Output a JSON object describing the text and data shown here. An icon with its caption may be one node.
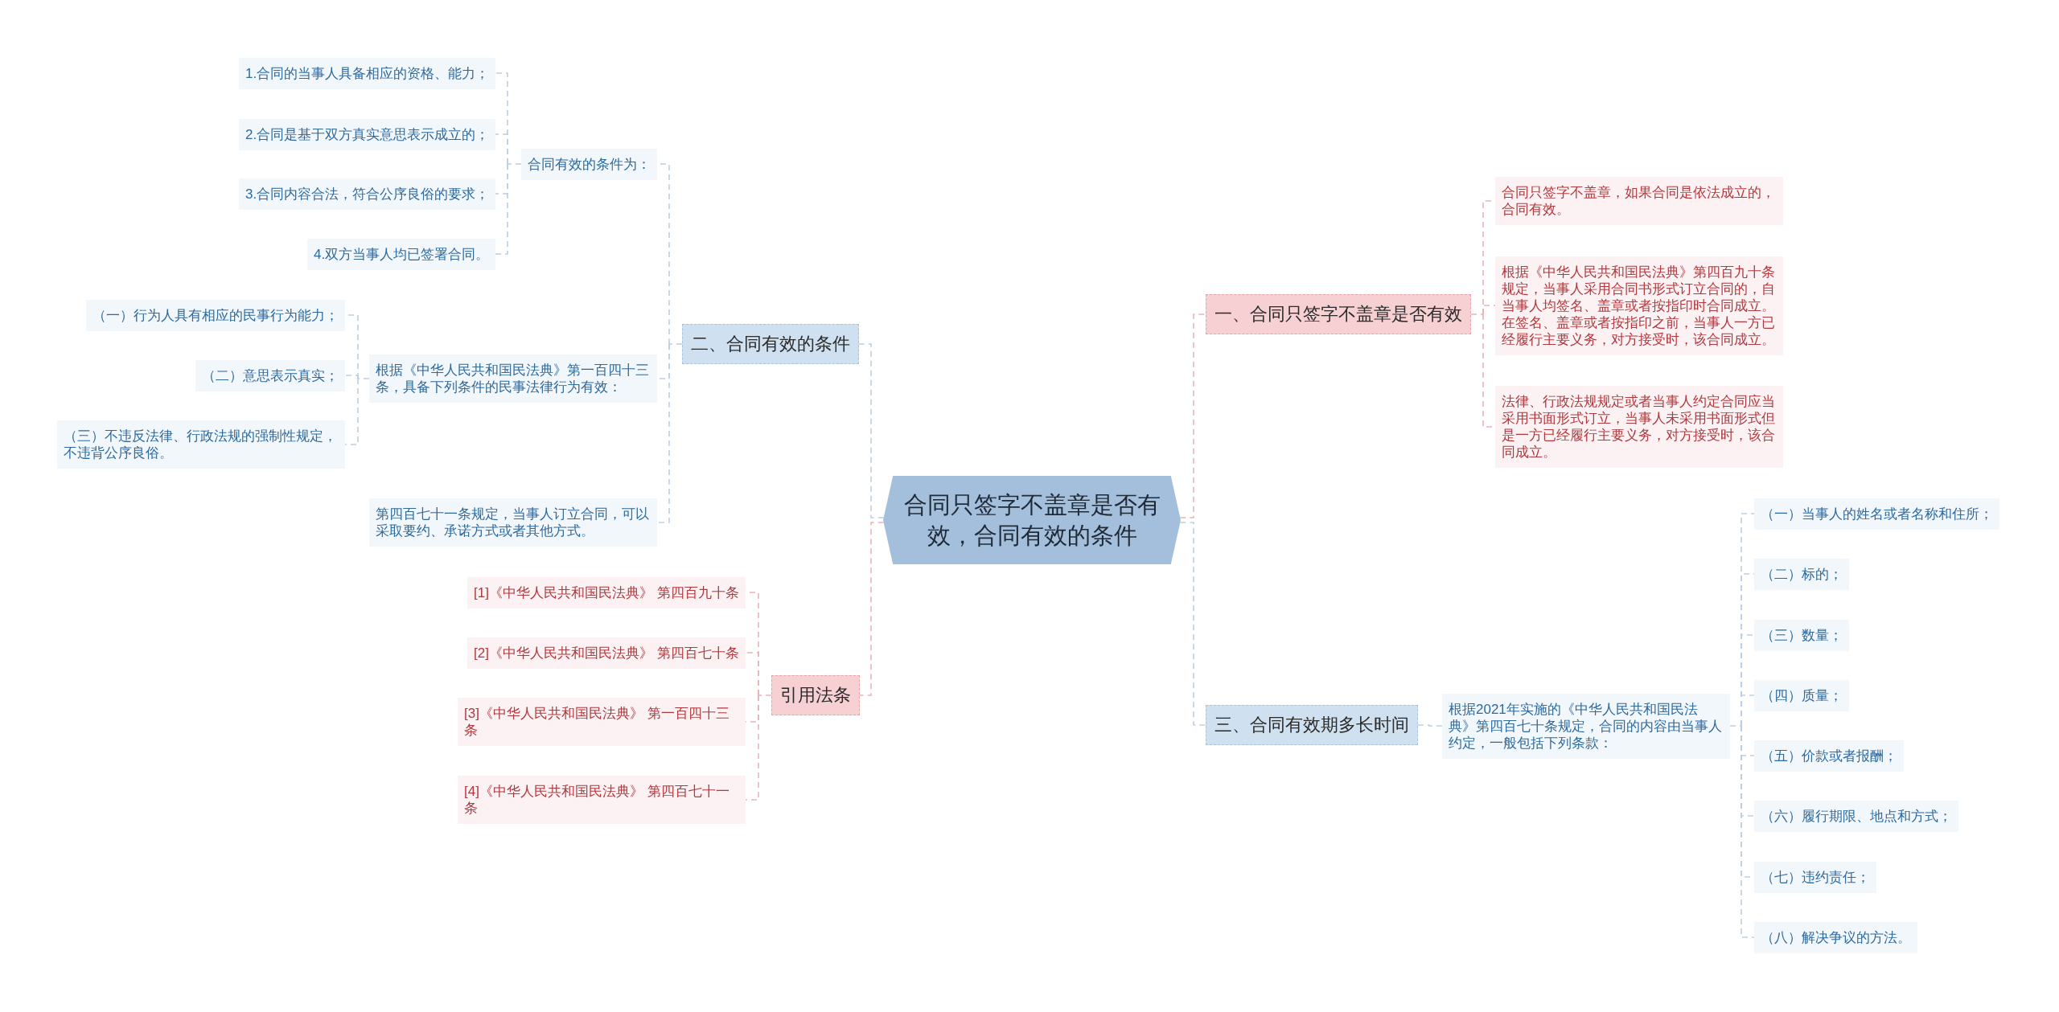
{
  "diagram": {
    "nodes": [
      {
        "text": [
          "合同只签字不盖章是否有效，合同有效的条件"
        ]
      },
      {
        "text": [
          "一、合同只签字不盖章是否有效"
        ]
      },
      {
        "text": [
          "合同只签字不盖章，如果合同是依法成立的，合同有效。"
        ]
      },
      {
        "text": [
          "根据《中华人民共和国民法典》第四百九十条规定，当事人采用合同书形式订立合同的，自当事人均签名、盖章或者按指印时合同成立。在签名、盖章或者按指印之前，当事人一方已经履行主要义务，对方接受时，该合同成立。"
        ]
      },
      {
        "text": [
          "法律、行政法规规定或者当事人约定合同应当采用书面形式订立，当事人未采用书面形式但是一方已经履行主要义务，对方接受时，该合同成立。"
        ]
      },
      {
        "text": [
          "二、合同有效的条件"
        ]
      },
      {
        "text": [
          "合同有效的条件为："
        ]
      },
      {
        "text": [
          "1.合同的当事人具备相应的资格、能力；"
        ]
      },
      {
        "text": [
          "2.合同是基于双方真实意思表示成立的；"
        ]
      },
      {
        "text": [
          "3.合同内容合法，符合公序良俗的要求；"
        ]
      },
      {
        "text": [
          "4.双方当事人均已签署合同。"
        ]
      },
      {
        "text": [
          "根据《中华人民共和国民法典》第一百四十三条，具备下列条件的民事法律行为有效："
        ]
      },
      {
        "text": [
          "（一）行为人具有相应的民事行为能力；"
        ]
      },
      {
        "text": [
          "（二）意思表示真实；"
        ]
      },
      {
        "text": [
          "（三）不违反法律、行政法规的强制性规定，不违背公序良俗。"
        ]
      },
      {
        "text": [
          "第四百七十一条规定，当事人订立合同，可以采取要约、承诺方式或者其他方式。"
        ]
      },
      {
        "text": [
          "三、合同有效期多长时间"
        ]
      },
      {
        "text": [
          "根据2021年实施的《中华人民共和国民法典》第四百七十条规定，合同的内容由当事人约定，一般包括下列条款："
        ]
      },
      {
        "text": [
          "（一）当事人的姓名或者名称和住所；"
        ]
      },
      {
        "text": [
          "（二）标的；"
        ]
      },
      {
        "text": [
          "（三）数量；"
        ]
      },
      {
        "text": [
          "（四）质量；"
        ]
      },
      {
        "text": [
          "（五）价款或者报酬；"
        ]
      },
      {
        "text": [
          "（六）履行期限、地点和方式；"
        ]
      },
      {
        "text": [
          "（七）违约责任；"
        ]
      },
      {
        "text": [
          "（八）解决争议的方法。"
        ]
      },
      {
        "text": [
          "引用法条"
        ]
      },
      {
        "text": [
          "[1]《中华人民共和国民法典》 第四百九十条"
        ]
      },
      {
        "text": [
          "[2]《中华人民共和国民法典》 第四百七十条"
        ]
      },
      {
        "text": [
          "[3]《中华人民共和国民法典》 第一百四十三条"
        ]
      },
      {
        "text": [
          "[4]《中华人民共和国民法典》 第四百七十一条"
        ]
      }
    ],
    "edges": [
      {
        "from": 0,
        "to": 1,
        "arrow": "none",
        "style": "dashed",
        "color": "#e8b4b8"
      },
      {
        "from": 1,
        "to": 2,
        "arrow": "none",
        "style": "dashed",
        "color": "#e8b4b8"
      },
      {
        "from": 1,
        "to": 3,
        "arrow": "none",
        "style": "dashed",
        "color": "#e8b4b8"
      },
      {
        "from": 1,
        "to": 4,
        "arrow": "none",
        "style": "dashed",
        "color": "#e8b4b8"
      },
      {
        "from": 0,
        "to": 5,
        "arrow": "none",
        "style": "dashed"
      },
      {
        "from": 5,
        "to": 6,
        "arrow": "none",
        "style": "dashed"
      },
      {
        "from": 6,
        "to": 7,
        "arrow": "none",
        "style": "dashed"
      },
      {
        "from": 6,
        "to": 8,
        "arrow": "none",
        "style": "dashed"
      },
      {
        "from": 6,
        "to": 9,
        "arrow": "none",
        "style": "dashed"
      },
      {
        "from": 6,
        "to": 10,
        "arrow": "none",
        "style": "dashed"
      },
      {
        "from": 5,
        "to": 11,
        "arrow": "none",
        "style": "dashed"
      },
      {
        "from": 11,
        "to": 12,
        "arrow": "none",
        "style": "dashed"
      },
      {
        "from": 11,
        "to": 13,
        "arrow": "none",
        "style": "dashed"
      },
      {
        "from": 11,
        "to": 14,
        "arrow": "none",
        "style": "dashed"
      },
      {
        "from": 5,
        "to": 15,
        "arrow": "none",
        "style": "dashed"
      },
      {
        "from": 0,
        "to": 16,
        "arrow": "none",
        "style": "dashed"
      },
      {
        "from": 16,
        "to": 17,
        "arrow": "none",
        "style": "dashed"
      },
      {
        "from": 17,
        "to": 18,
        "arrow": "none",
        "style": "dashed"
      },
      {
        "from": 17,
        "to": 19,
        "arrow": "none",
        "style": "dashed"
      },
      {
        "from": 17,
        "to": 20,
        "arrow": "none",
        "style": "dashed"
      },
      {
        "from": 17,
        "to": 21,
        "arrow": "none",
        "style": "dashed"
      },
      {
        "from": 17,
        "to": 22,
        "arrow": "none",
        "style": "dashed"
      },
      {
        "from": 17,
        "to": 23,
        "arrow": "none",
        "style": "dashed"
      },
      {
        "from": 17,
        "to": 24,
        "arrow": "none",
        "style": "dashed"
      },
      {
        "from": 17,
        "to": 25,
        "arrow": "none",
        "style": "dashed"
      },
      {
        "from": 0,
        "to": 26,
        "arrow": "none",
        "style": "dashed",
        "color": "#e8b4b8"
      },
      {
        "from": 26,
        "to": 27,
        "arrow": "none",
        "style": "dashed",
        "color": "#e8b4b8"
      },
      {
        "from": 26,
        "to": 28,
        "arrow": "none",
        "style": "dashed",
        "color": "#e8b4b8"
      },
      {
        "from": 26,
        "to": 29,
        "arrow": "none",
        "style": "dashed",
        "color": "#e8b4b8"
      },
      {
        "from": 26,
        "to": 30,
        "arrow": "none",
        "style": "dashed",
        "color": "#e8b4b8"
      }
    ]
  }
}
